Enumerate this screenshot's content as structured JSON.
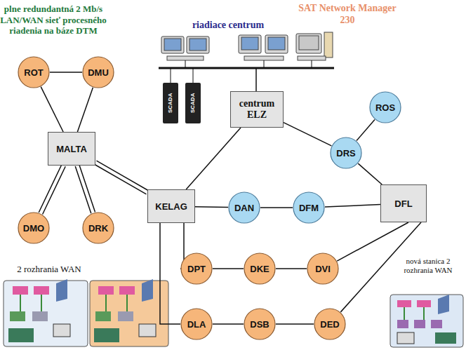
{
  "diagram": {
    "nodes": [
      {
        "text": [
          "ROT"
        ]
      },
      {
        "text": [
          "DMU"
        ]
      },
      {
        "text": [
          "centrum ELZ"
        ]
      },
      {
        "text": [
          "ROS"
        ]
      },
      {
        "text": [
          "MALTA"
        ]
      },
      {
        "text": [
          "DRS"
        ]
      },
      {
        "text": [
          "KELAG"
        ]
      },
      {
        "text": [
          "DAN"
        ]
      },
      {
        "text": [
          "DFM"
        ]
      },
      {
        "text": [
          "DFL"
        ]
      },
      {
        "text": [
          "DMO"
        ]
      },
      {
        "text": [
          "DRK"
        ]
      },
      {
        "text": [
          "DPT"
        ]
      },
      {
        "text": [
          "DKE"
        ]
      },
      {
        "text": [
          "DVI"
        ]
      },
      {
        "text": [
          "DLA"
        ]
      },
      {
        "text": [
          "DSB"
        ]
      },
      {
        "text": [
          "DED"
        ]
      }
    ],
    "edges": [
      {
        "from": 0,
        "to": 1,
        "arrow": "none"
      },
      {
        "from": 0,
        "to": 4,
        "arrow": "none"
      },
      {
        "from": 1,
        "to": 4,
        "arrow": "none"
      },
      {
        "from": 4,
        "to": 10,
        "arrow": "none"
      },
      {
        "from": 4,
        "to": 11,
        "arrow": "none"
      },
      {
        "from": 4,
        "to": 6,
        "arrow": "none"
      },
      {
        "from": 6,
        "to": 2,
        "arrow": "none"
      },
      {
        "from": 2,
        "to": 5,
        "arrow": "none"
      },
      {
        "from": 5,
        "to": 3,
        "arrow": "none"
      },
      {
        "from": 5,
        "to": 9,
        "arrow": "none"
      },
      {
        "from": 6,
        "to": 7,
        "arrow": "none"
      },
      {
        "from": 7,
        "to": 8,
        "arrow": "none"
      },
      {
        "from": 8,
        "to": 9,
        "arrow": "none"
      },
      {
        "from": 6,
        "to": 12,
        "arrow": "none"
      },
      {
        "from": 12,
        "to": 13,
        "arrow": "none"
      },
      {
        "from": 13,
        "to": 14,
        "arrow": "none"
      },
      {
        "from": 14,
        "to": 9,
        "arrow": "none"
      },
      {
        "from": 6,
        "to": 15,
        "arrow": "none"
      },
      {
        "from": 15,
        "to": 16,
        "arrow": "none"
      },
      {
        "from": 16,
        "to": 17,
        "arrow": "none"
      },
      {
        "from": 17,
        "to": 9,
        "arrow": "none"
      }
    ],
    "labels": [
      "plne redundantná 2 Mb/s LAN/WAN sieť procesného riadenia na báze DTM",
      "riadiace centrum",
      "SAT Network Manager 230",
      "SCADA",
      "SCADA",
      "2 rozhrania WAN",
      "nová stanica 2 rozhrania WAN"
    ]
  }
}
